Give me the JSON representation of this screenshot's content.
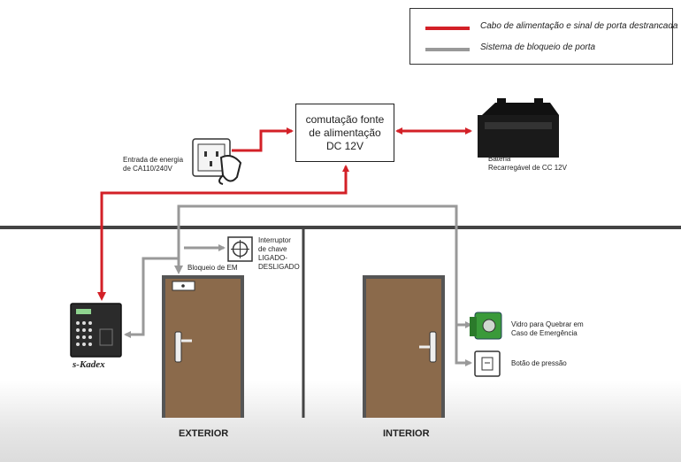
{
  "legend": {
    "items": [
      {
        "label": "Cabo de alimentação e sinal de porta destrancada",
        "color": "#d32027"
      },
      {
        "label": "Sistema de bloqueio de porta",
        "color": "#999999"
      }
    ]
  },
  "colors": {
    "power_signal": "#d32027",
    "lock_system": "#999999",
    "wall": "#444444",
    "door": "#8b6a4b",
    "door_frame": "#555555",
    "green_box": "#3a9a3a"
  },
  "power_supply": {
    "line1": "comutação fonte",
    "line2": "de alimentação",
    "line3": "DC 12V"
  },
  "power_input": {
    "line1": "Entrada de energia",
    "line2": "de CA110/240V"
  },
  "battery": {
    "line1": "Bateria",
    "line2": "Recarregável de CC 12V"
  },
  "key_switch": {
    "line1": "Interruptor",
    "line2": "de chave",
    "line3": "LIGADO-",
    "line4": "DESLIGADO"
  },
  "em_lock": {
    "label": "Bloqueio de EM"
  },
  "keypad": {
    "brand": "s-Kadex"
  },
  "break_glass": {
    "line1": "Vidro para Quebrar em",
    "line2": "Caso de Emergência"
  },
  "push_button": {
    "label": "Botão de pressão"
  },
  "zones": {
    "exterior": "EXTERIOR",
    "interior": "INTERIOR"
  },
  "icons": [
    "power-outlet-icon",
    "battery-icon",
    "key-switch-icon",
    "keypad-icon",
    "break-glass-icon",
    "push-button-icon"
  ]
}
